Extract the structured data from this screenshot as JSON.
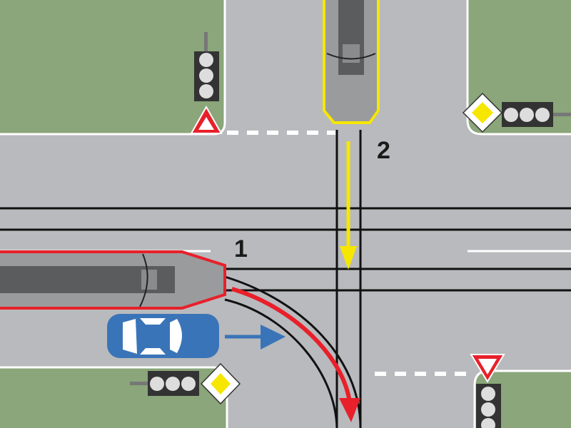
{
  "labels": {
    "tram_1": "1",
    "tram_2": "2"
  },
  "colors": {
    "road": "#b9babd",
    "grass": "#8aa67a",
    "tram_1_outline": "#e8202a",
    "tram_2_outline": "#f7e600",
    "car": "#3a74b8",
    "car_arrow": "#3a74b8",
    "tram_1_path": "#e8202a",
    "tram_2_path": "#f7e600"
  },
  "signs": [
    {
      "type": "yield",
      "location": "top-left"
    },
    {
      "type": "priority-road",
      "location": "top-right"
    },
    {
      "type": "priority-road",
      "location": "bottom-left"
    },
    {
      "type": "yield",
      "location": "bottom-right"
    }
  ],
  "traffic_lights": [
    "top-left",
    "top-right",
    "bottom-left",
    "bottom-right"
  ]
}
